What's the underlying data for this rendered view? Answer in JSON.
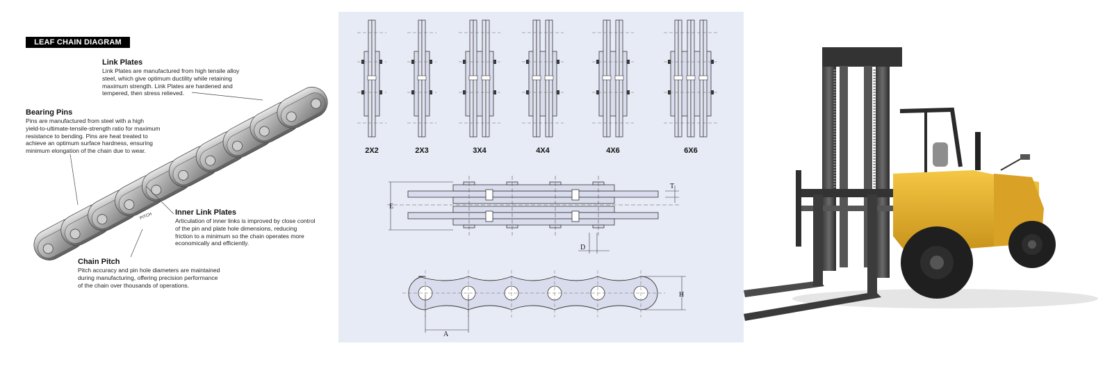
{
  "left": {
    "title": "LEAF CHAIN DIAGRAM",
    "annotations": [
      {
        "id": "link-plates",
        "heading": "Link Plates",
        "lines": [
          "Link Plates are manufactured from high tensile alloy",
          "steel, which give optimum ductility while retaining",
          "maximum strength.  Link Plates are hardened and",
          "tempered, then stress relieved."
        ]
      },
      {
        "id": "bearing-pins",
        "heading": "Bearing Pins",
        "lines": [
          "Pins are manufactured from steel with a high",
          "yield-to-ultimate-tensile-strength ratio for maximum",
          "resistance to bending.  Pins are heat treated to",
          "achieve an optimum surface hardness, ensuring",
          "minimum elongation of the chain due to wear."
        ]
      },
      {
        "id": "inner-link-plates",
        "heading": "Inner Link Plates",
        "lines": [
          "Articulation of inner links is improved by close control",
          "of the pin and plate hole dimensions, reducing",
          "friction to a minimum so the chain operates more",
          "economically and efficiently."
        ]
      },
      {
        "id": "chain-pitch",
        "heading": "Chain Pitch",
        "lines": [
          "Pitch accuracy and pin hole diameters are maintained",
          "during manufacturing, offering precision performance",
          "of the chain over thousands of operations."
        ]
      }
    ],
    "pitch_tag": "PITCH"
  },
  "middle": {
    "configs": [
      {
        "label": "2X2",
        "outer": 2,
        "inner": 2
      },
      {
        "label": "2X3",
        "outer": 2,
        "inner": 3
      },
      {
        "label": "3X4",
        "outer": 3,
        "inner": 4
      },
      {
        "label": "4X4",
        "outer": 4,
        "inner": 4
      },
      {
        "label": "4X6",
        "outer": 4,
        "inner": 6
      },
      {
        "label": "6X6",
        "outer": 6,
        "inner": 6
      }
    ],
    "dimensions": {
      "thickness": "T",
      "width": "E",
      "pin": "D",
      "height": "H",
      "pitch": "A"
    }
  },
  "colors": {
    "plate_fill": "#d9dcec",
    "line": "#333333",
    "panel_bg": "#e7ebf5",
    "forklift_yellow": "#e9b125"
  }
}
